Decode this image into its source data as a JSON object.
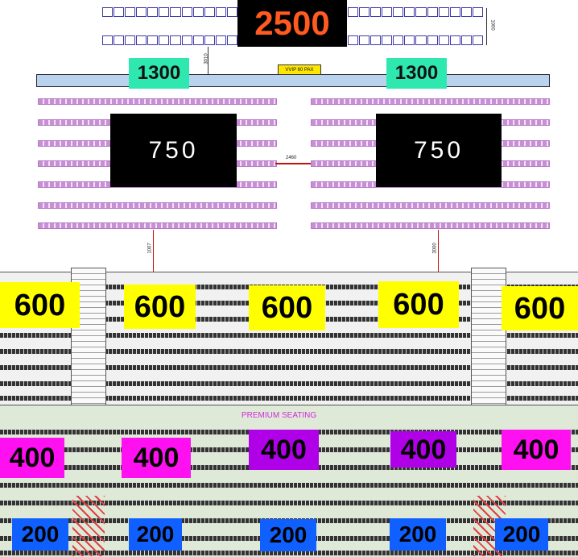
{
  "colors": {
    "label_2500_bg": "#000000",
    "label_2500_fg": "#ff5a1f",
    "label_1300_bg": "#2ee8b0",
    "label_750_bg": "#000000",
    "label_750_fg": "#ffffff",
    "label_600_bg": "#ffff00",
    "label_400_bg": "#ff10f0",
    "label_400_alt_bg": "#b000e8",
    "label_200_bg": "#1060ff",
    "seat_top": "#3d3aa8",
    "seat_pink": "#c98fd6",
    "stage_fill": "#b9d3ee",
    "premium_bg": "#dfe9d8",
    "premium_text": "#d02ad8"
  },
  "labels": {
    "top": "2500",
    "tier_1300": [
      "1300",
      "1300"
    ],
    "tier_750": [
      "750",
      "750"
    ],
    "tier_600": [
      "600",
      "600",
      "600",
      "600",
      "600"
    ],
    "tier_400": [
      "400",
      "400",
      "400",
      "400",
      "400"
    ],
    "tier_200": [
      "200",
      "200",
      "200",
      "200",
      "200"
    ]
  },
  "plan": {
    "vvip_text": "VVIP 60 PAX",
    "premium_text": "PREMIUM SEATING",
    "dimensions": {
      "top_right": "1000",
      "stage": "3010",
      "aisle": "2460",
      "left_walk": "1007",
      "right_walk": "3000"
    }
  }
}
